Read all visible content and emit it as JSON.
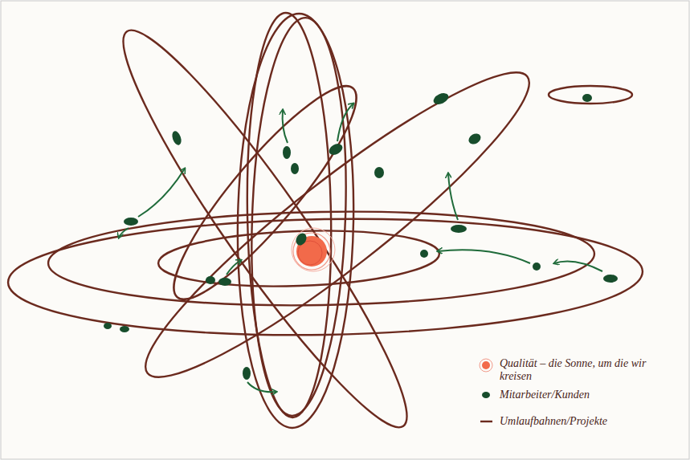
{
  "diagram": {
    "legend": [
      {
        "text": "Qualität – die Sonne, um die wir kreisen"
      },
      {
        "text": "Mitarbeiter/Kunden"
      },
      {
        "text": "Umlaufbahnen/Projekte"
      }
    ]
  }
}
